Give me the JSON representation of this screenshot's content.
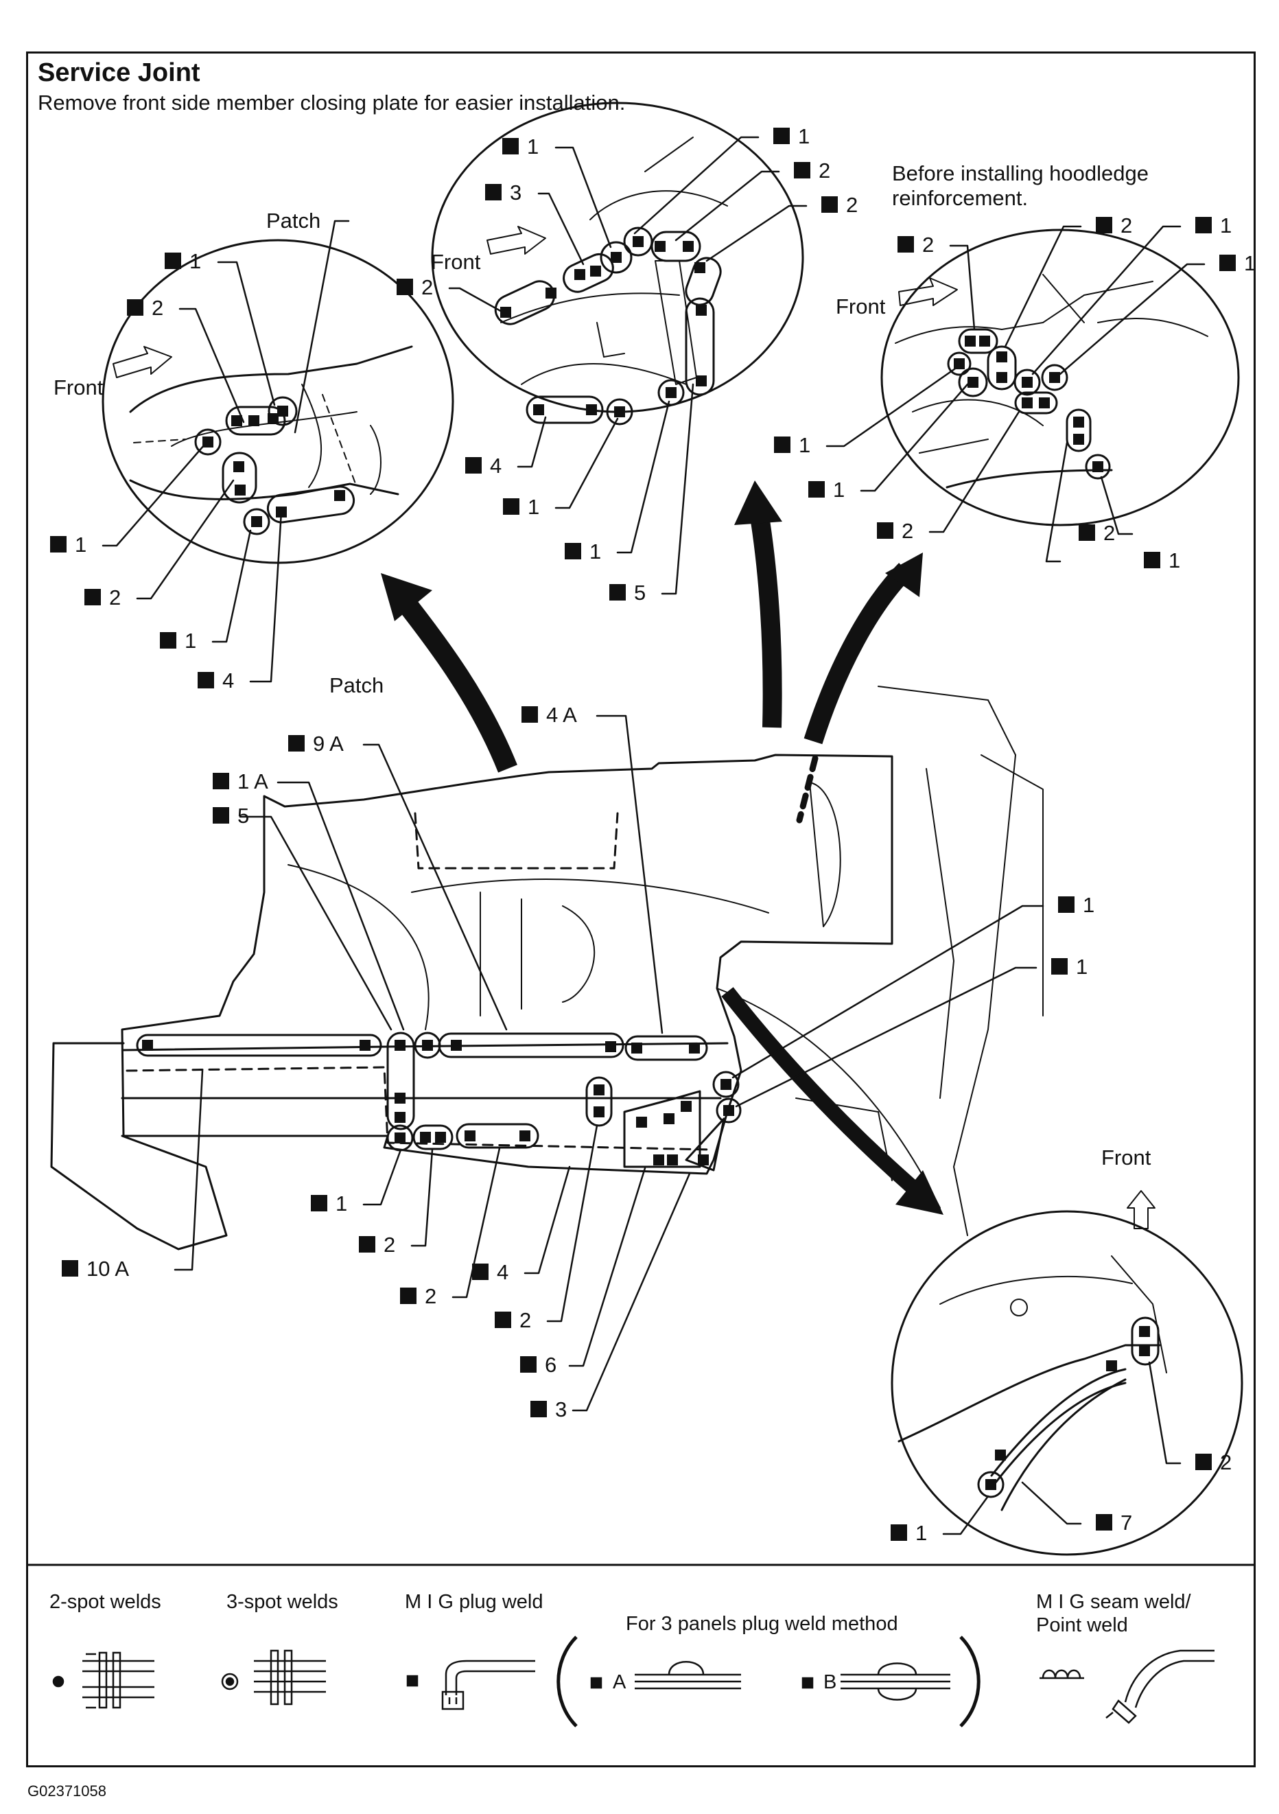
{
  "header": {
    "title": "Service Joint",
    "subtitle": "Remove front side member closing plate for easier installation."
  },
  "notes": {
    "hoodledge_line1": "Before installing hoodledge",
    "hoodledge_line2": "reinforcement."
  },
  "labels": {
    "front": "Front",
    "patch": "Patch"
  },
  "callouts": {
    "detail_left": [
      {
        "id": "dl1",
        "text": "1"
      },
      {
        "id": "dl2",
        "text": "2"
      },
      {
        "id": "dl3",
        "text": "1"
      },
      {
        "id": "dl4",
        "text": "2"
      },
      {
        "id": "dl5",
        "text": "1"
      },
      {
        "id": "dl6",
        "text": "4"
      }
    ],
    "detail_top": [
      {
        "id": "dt1",
        "text": "1"
      },
      {
        "id": "dt2",
        "text": "3"
      },
      {
        "id": "dt3",
        "text": "2"
      },
      {
        "id": "dt4",
        "text": "1"
      },
      {
        "id": "dt5",
        "text": "2"
      },
      {
        "id": "dt6",
        "text": "2"
      },
      {
        "id": "dt7",
        "text": "4"
      },
      {
        "id": "dt8",
        "text": "1"
      },
      {
        "id": "dt9",
        "text": "1"
      },
      {
        "id": "dt10",
        "text": "5"
      }
    ],
    "detail_right": [
      {
        "id": "dr1",
        "text": "2"
      },
      {
        "id": "dr2",
        "text": "2"
      },
      {
        "id": "dr3",
        "text": "1"
      },
      {
        "id": "dr4",
        "text": "1"
      },
      {
        "id": "dr5",
        "text": "1"
      },
      {
        "id": "dr6",
        "text": "1"
      },
      {
        "id": "dr7",
        "text": "2"
      },
      {
        "id": "dr8",
        "text": "1"
      },
      {
        "id": "dr9",
        "text": "2"
      }
    ],
    "main": [
      {
        "id": "m1",
        "text": "9 A"
      },
      {
        "id": "m2",
        "text": "4 A"
      },
      {
        "id": "m3",
        "text": "1 A"
      },
      {
        "id": "m4",
        "text": "5"
      },
      {
        "id": "m5",
        "text": "1"
      },
      {
        "id": "m6",
        "text": "1"
      },
      {
        "id": "m7",
        "text": "10 A"
      },
      {
        "id": "m8",
        "text": "1"
      },
      {
        "id": "m9",
        "text": "2"
      },
      {
        "id": "m10",
        "text": "4"
      },
      {
        "id": "m11",
        "text": "2"
      },
      {
        "id": "m12",
        "text": "2"
      },
      {
        "id": "m13",
        "text": "6"
      },
      {
        "id": "m14",
        "text": "3"
      }
    ],
    "detail_bottom": [
      {
        "id": "db1",
        "text": "2"
      },
      {
        "id": "db2",
        "text": "7"
      },
      {
        "id": "db3",
        "text": "1"
      }
    ]
  },
  "legend": {
    "two_spot": "2-spot welds",
    "three_spot": "3-spot welds",
    "mig_plug": "M I G plug weld",
    "three_panel": "For 3 panels plug weld method",
    "seam_line1": "M I G seam weld/",
    "seam_line2": "Point weld",
    "method_a": "A",
    "method_b": "B"
  },
  "figure_id": "G02371058"
}
